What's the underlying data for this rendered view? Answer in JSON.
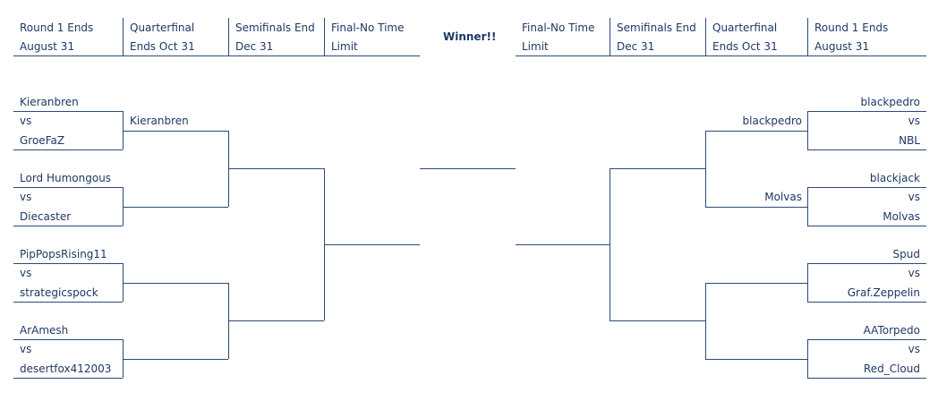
{
  "headers": {
    "left": [
      {
        "line1": "Round 1 Ends",
        "line2": "August 31"
      },
      {
        "line1": "Quarterfinal",
        "line2": "Ends Oct 31"
      },
      {
        "line1": "Semifinals End",
        "line2": "Dec 31"
      },
      {
        "line1": "Final-No Time",
        "line2": "Limit"
      }
    ],
    "winner": "Winner!!",
    "right": [
      {
        "line1": "Final-No Time",
        "line2": "Limit"
      },
      {
        "line1": "Semifinals End",
        "line2": "Dec 31"
      },
      {
        "line1": "Quarterfinal",
        "line2": "Ends Oct 31"
      },
      {
        "line1": "Round 1 Ends",
        "line2": "August 31"
      }
    ]
  },
  "vs_label": "vs",
  "left_matches": [
    {
      "top": "Kieranbren",
      "bottom": "GroeFaZ"
    },
    {
      "top": "Lord Humongous",
      "bottom": "Diecaster"
    },
    {
      "top": "PipPopsRising11",
      "bottom": "strategicspock"
    },
    {
      "top": "ArAmesh",
      "bottom": "desertfox412003"
    }
  ],
  "left_qf_winners": [
    "Kieranbren",
    "",
    "",
    ""
  ],
  "right_matches": [
    {
      "top": "blackpedro",
      "bottom": "NBL"
    },
    {
      "top": "blackjack",
      "bottom": "Molvas"
    },
    {
      "top": "Spud",
      "bottom": "Graf.Zeppelin"
    },
    {
      "top": "AATorpedo",
      "bottom": "Red_Cloud"
    }
  ],
  "right_qf_winners": [
    "blackpedro",
    "Molvas",
    "",
    ""
  ]
}
